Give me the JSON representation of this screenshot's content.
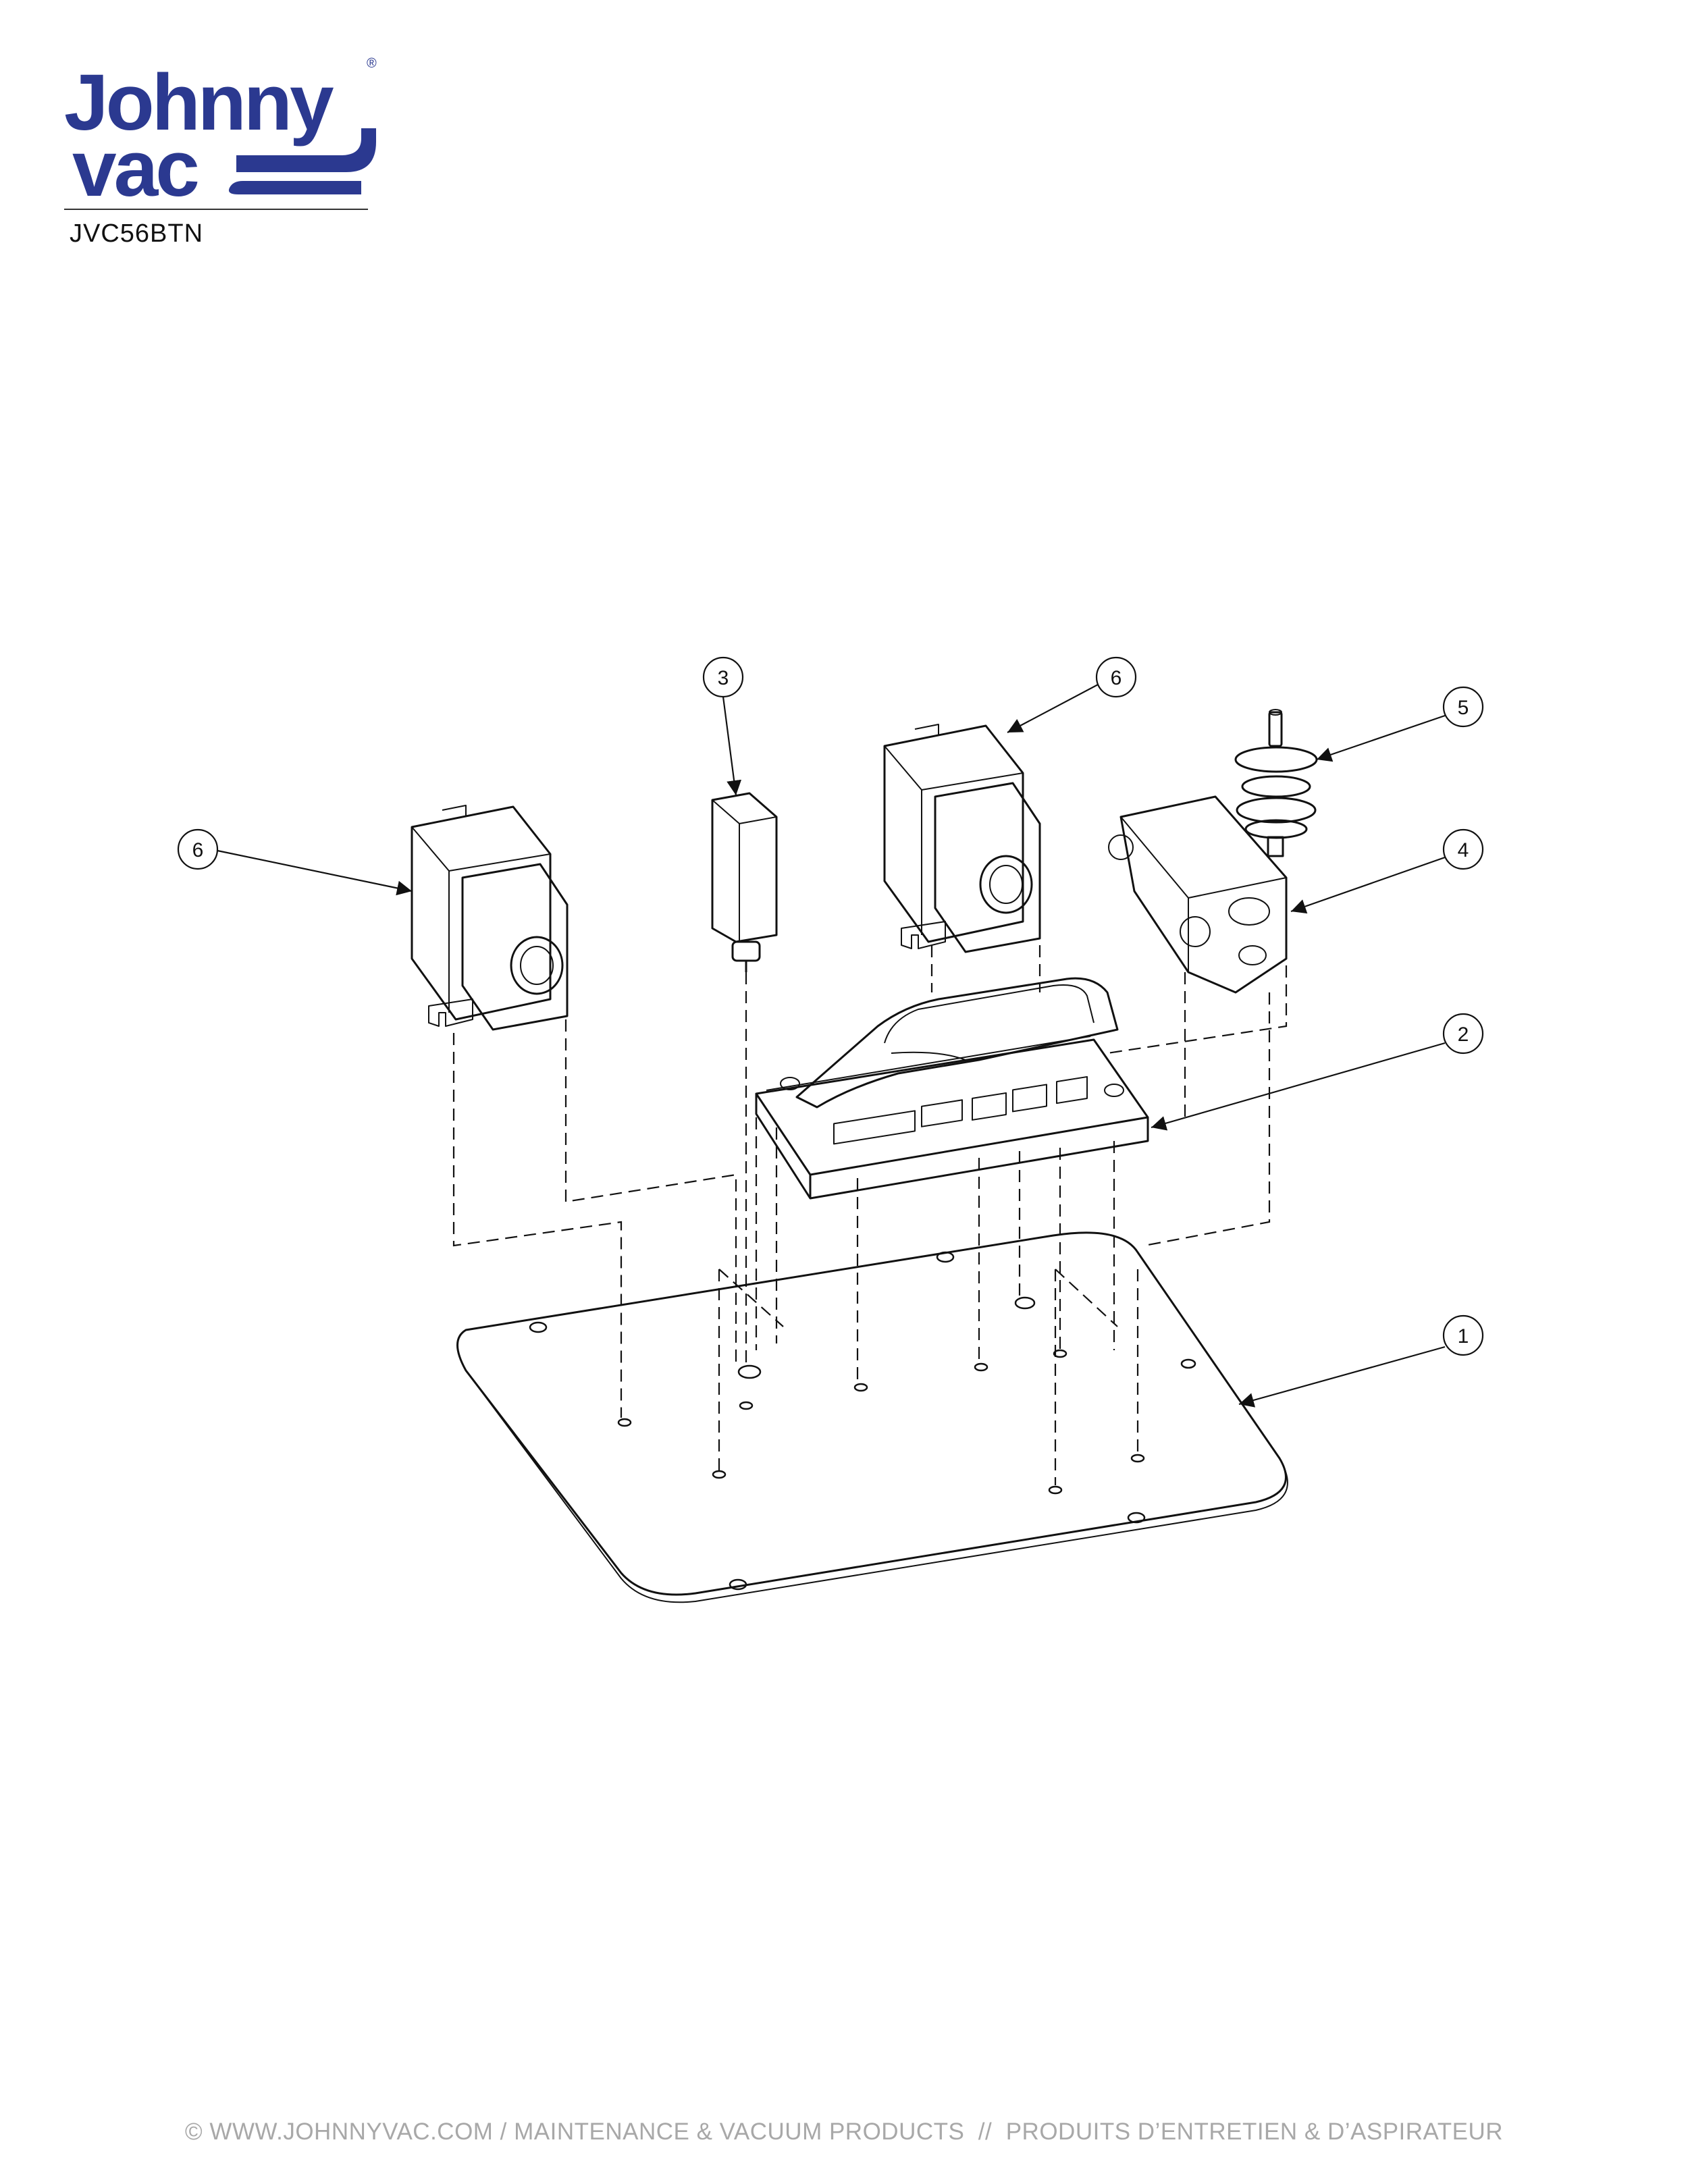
{
  "brand": {
    "line1": "Johnny",
    "line2": "vac",
    "registered": "®",
    "color": "#2b3990"
  },
  "model_number": "JVC56BTN",
  "callouts": [
    {
      "id": "callout-6-left",
      "label": "6"
    },
    {
      "id": "callout-3",
      "label": "3"
    },
    {
      "id": "callout-6-right",
      "label": "6"
    },
    {
      "id": "callout-5",
      "label": "5"
    },
    {
      "id": "callout-4",
      "label": "4"
    },
    {
      "id": "callout-2",
      "label": "2"
    },
    {
      "id": "callout-1",
      "label": "1"
    }
  ],
  "footer": "© WWW.JOHNNYVAC.COM / MAINTENANCE & VACUUM PRODUCTS  //  PRODUITS D’ENTRETIEN & D’ASPIRATEUR"
}
